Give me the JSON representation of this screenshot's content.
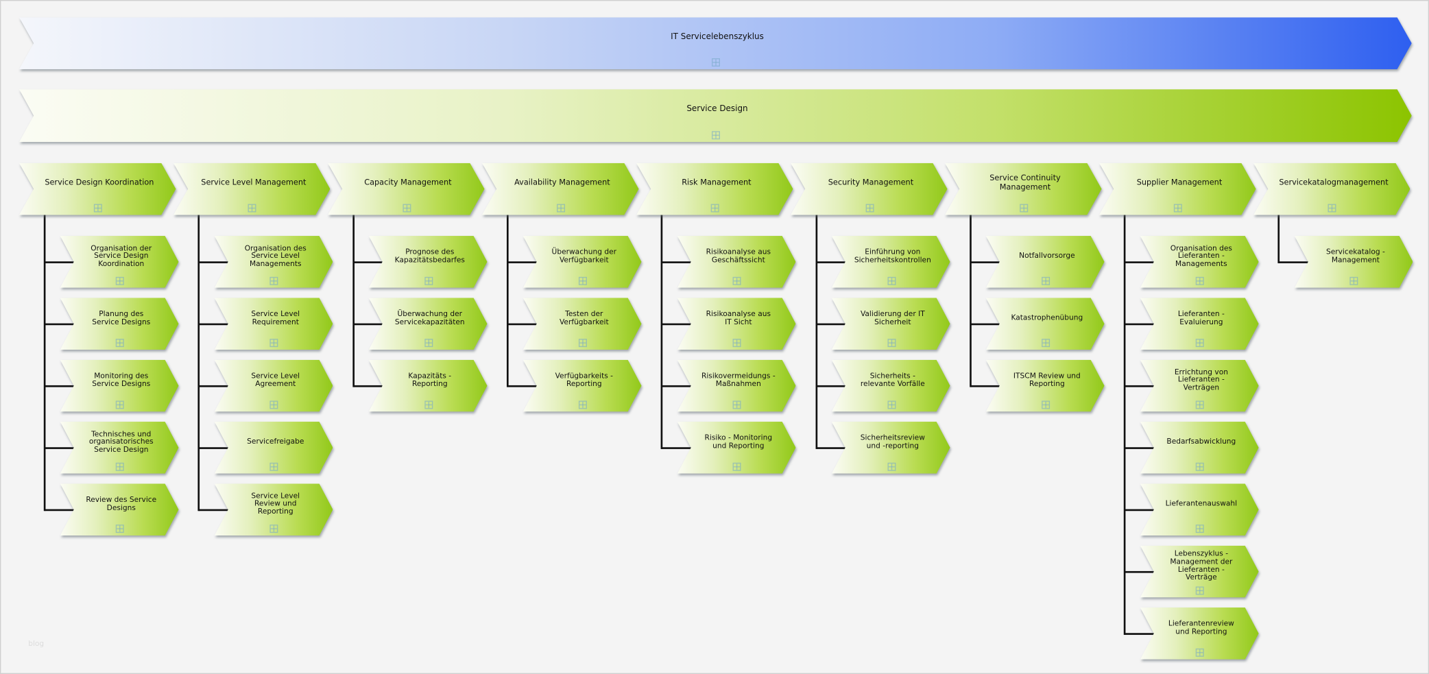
{
  "banners": {
    "lifecycle": "IT Servicelebenszyklus",
    "service_design": "Service Design"
  },
  "colors": {
    "blue_accent": "#2e5ff0",
    "green_accent": "#8cc400",
    "background": "#f4f4f4"
  },
  "columns": [
    {
      "title": "Service Design Koordination",
      "children": [
        "Organisation der\nService Design\nKoordination",
        "Planung des\nService Designs",
        "Monitoring des\nService Designs",
        "Technisches und\norganisatorisches\nService Design",
        "Review des Service\nDesigns"
      ]
    },
    {
      "title": "Service Level Management",
      "children": [
        "Organisation des\nService Level\nManagements",
        "Service Level\nRequirement",
        "Service Level\nAgreement",
        "Servicefreigabe",
        "Service Level\nReview und\nReporting"
      ]
    },
    {
      "title": "Capacity Management",
      "children": [
        "Prognose des\nKapazitätsbedarfes",
        "Überwachung der\nServicekapazitäten",
        "Kapazitäts -\nReporting"
      ]
    },
    {
      "title": "Availability Management",
      "children": [
        "Überwachung der\nVerfügbarkeit",
        "Testen der\nVerfügbarkeit",
        "Verfügbarkeits -\nReporting"
      ]
    },
    {
      "title": "Risk Management",
      "children": [
        "Risikoanalyse aus\nGeschäftssicht",
        "Risikoanalyse aus\nIT Sicht",
        "Risikovermeidungs -\nMaßnahmen",
        "Risiko - Monitoring\nund Reporting"
      ]
    },
    {
      "title": "Security Management",
      "children": [
        "Einführung von\nSicherheitskontrollen",
        "Validierung der IT\nSicherheit",
        "Sicherheits -\nrelevante Vorfälle",
        "Sicherheitsreview\nund -reporting"
      ]
    },
    {
      "title": "Service Continuity\nManagement",
      "children": [
        "Notfallvorsorge",
        "Katastrophenübung",
        "ITSCM Review und\nReporting"
      ]
    },
    {
      "title": "Supplier Management",
      "children": [
        "Organisation des\nLieferanten -\nManagements",
        "Lieferanten -\nEvaluierung",
        "Errichtung von\nLieferanten -\nVerträgen",
        "Bedarfsabwicklung",
        "Lieferantenauswahl",
        "Lebenszyklus -\nManagement der\nLieferanten -\nVerträge",
        "Lieferantenreview\nund Reporting"
      ]
    },
    {
      "title": "Servicekatalogmanagement",
      "children": [
        "Servicekatalog -\nManagement"
      ]
    }
  ],
  "watermark": "blog"
}
